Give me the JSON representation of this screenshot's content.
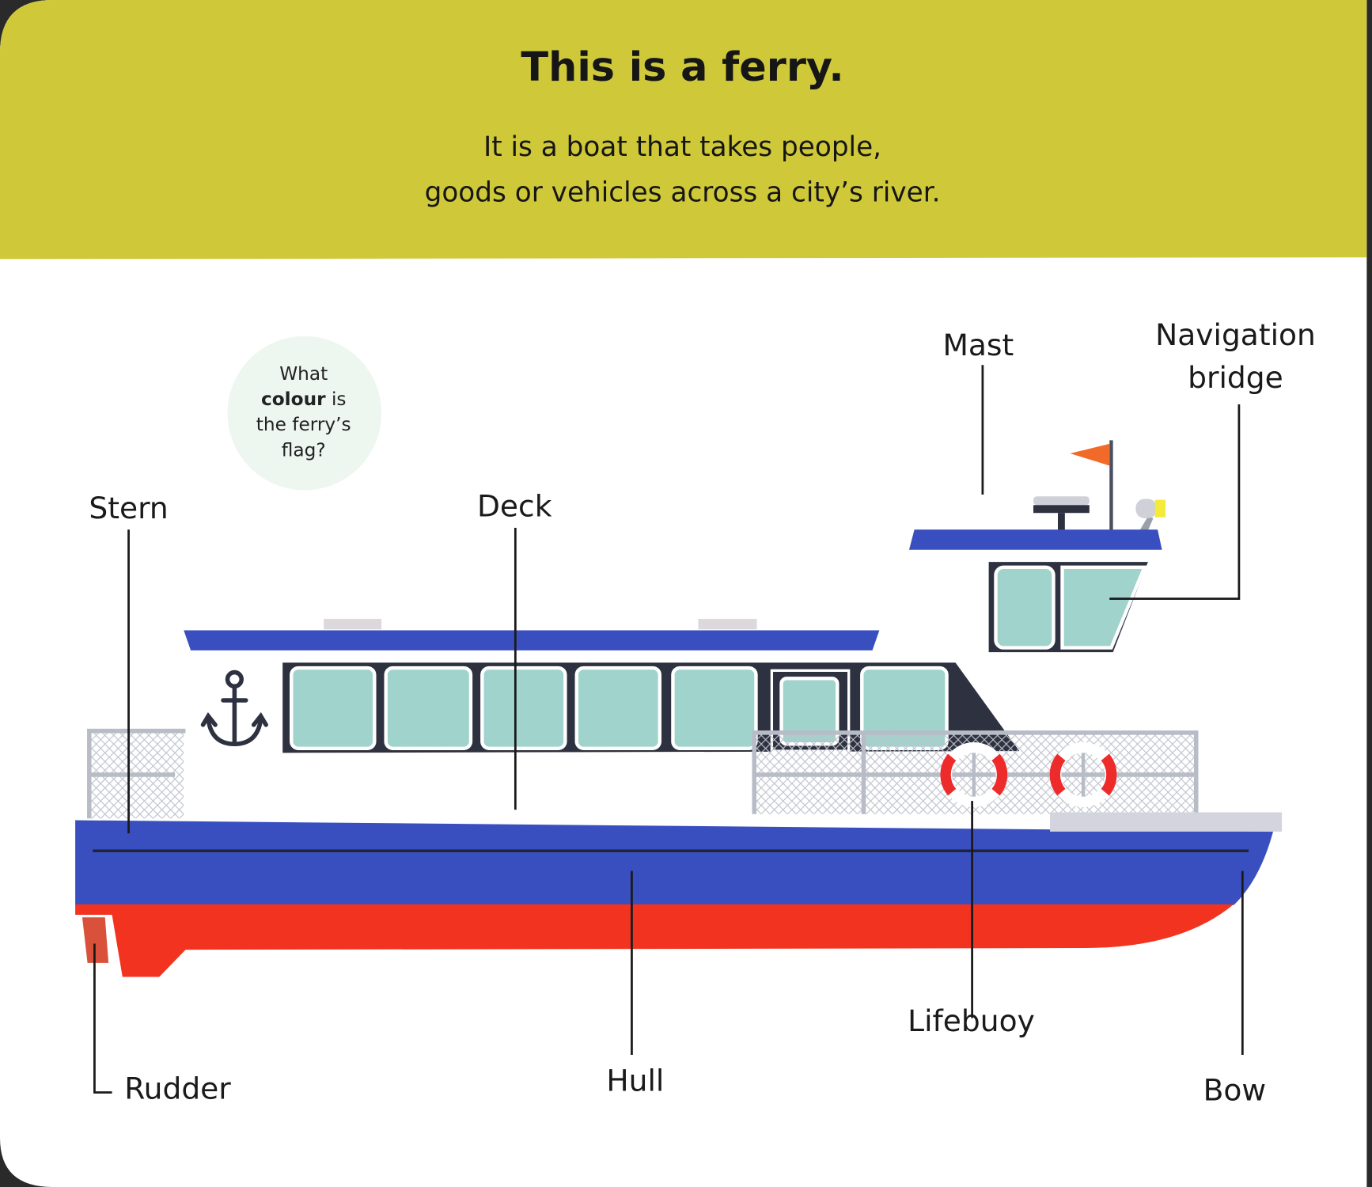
{
  "header": {
    "title": "This is a ferry.",
    "subtitle_line1": "It is a boat that takes people,",
    "subtitle_line2": "goods or vehicles across a city’s river."
  },
  "bubble": {
    "line1": "What",
    "line2_bold": "colour",
    "line2_rest": " is",
    "line3": "the ferry’s",
    "line4": "flag?"
  },
  "labels": {
    "stern": "Stern",
    "deck": "Deck",
    "mast": "Mast",
    "navigation_line1": "Navigation",
    "navigation_line2": "bridge",
    "rudder": "Rudder",
    "hull": "Hull",
    "lifebuoy": "Lifebuoy",
    "bow": "Bow"
  },
  "colors": {
    "banner": "#cfc93a",
    "hull_blue": "#3a4fbf",
    "hull_red": "#f2331f",
    "window": "#9fd3cc",
    "cabin_dark": "#2d3140",
    "flag": "#f26a2a"
  }
}
